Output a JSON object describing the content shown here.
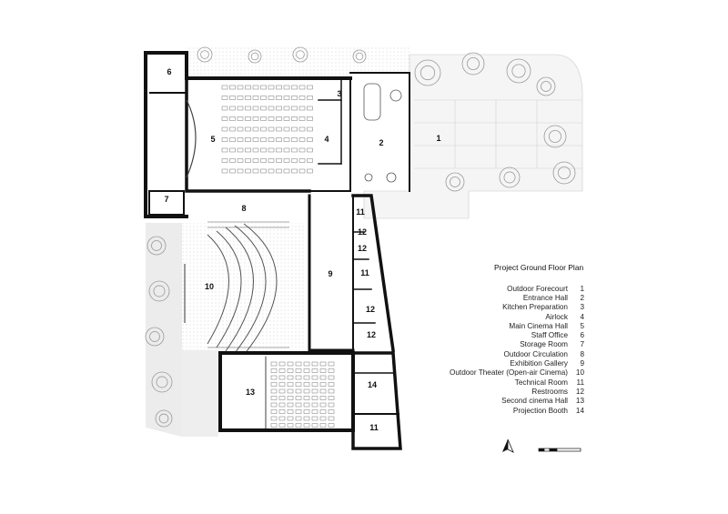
{
  "legend": {
    "title": "Project Ground Floor Plan",
    "items": [
      {
        "label": "Outdoor Forecourt",
        "number": "1"
      },
      {
        "label": "Entrance Hall",
        "number": "2"
      },
      {
        "label": "Kitchen Preparation",
        "number": "3"
      },
      {
        "label": "Airlock",
        "number": "4"
      },
      {
        "label": "Main Cinema Hall",
        "number": "5"
      },
      {
        "label": "Staff Office",
        "number": "6"
      },
      {
        "label": "Storage Room",
        "number": "7"
      },
      {
        "label": "Outdoor Circulation",
        "number": "8"
      },
      {
        "label": "Exhibition Gallery",
        "number": "9"
      },
      {
        "label": "Outdoor Theater (Open-air Cinema)",
        "number": "10"
      },
      {
        "label": "Technical Room",
        "number": "11"
      },
      {
        "label": "Restrooms",
        "number": "12"
      },
      {
        "label": "Second cinema Hall",
        "number": "13"
      },
      {
        "label": "Projection Booth",
        "number": "14"
      }
    ]
  },
  "plan_labels": {
    "r1": "1",
    "r2": "2",
    "r3": "3",
    "r4": "4",
    "r5": "5",
    "r6": "6",
    "r7": "7",
    "r8": "8",
    "r9": "9",
    "r10": "10",
    "r11a": "11",
    "r11b": "11",
    "r11c": "11",
    "r12a": "12",
    "r12b": "12",
    "r12c": "12",
    "r12d": "12",
    "r13": "13",
    "r14": "14"
  },
  "colors": {
    "wall": "#111111",
    "fill": "#f2f2f2",
    "tree": "#9a9a9a",
    "ground": "#ebebeb"
  },
  "icons": [
    "north-arrow-icon",
    "scale-bar-icon",
    "tree-icon"
  ]
}
